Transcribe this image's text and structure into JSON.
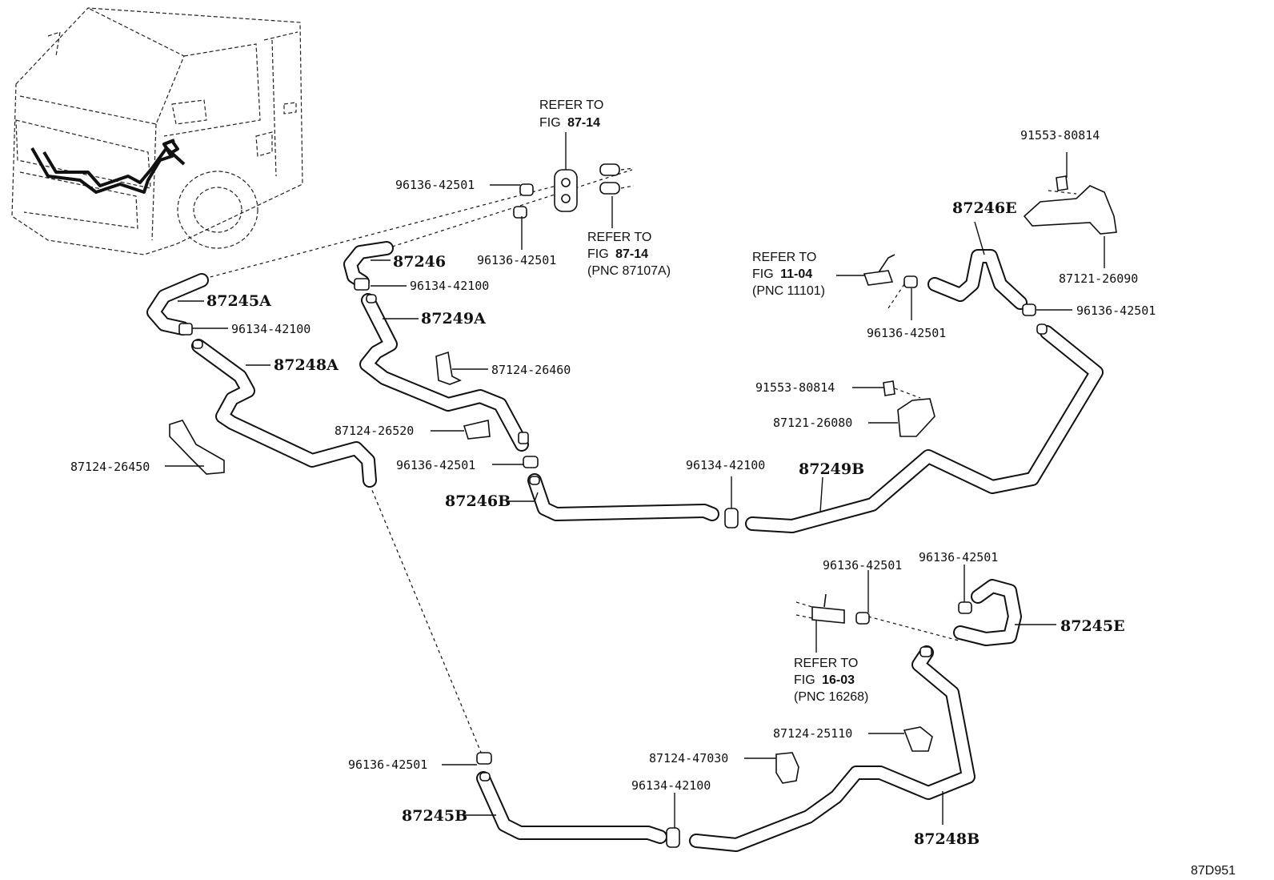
{
  "diagram_code": "87D951",
  "hose_labels": {
    "h87245A": "87245A",
    "h87248A": "87248A",
    "h87246": "87246",
    "h87249A": "87249A",
    "h87246B": "87246B",
    "h87249B": "87249B",
    "h87246E": "87246E",
    "h87245E": "87245E",
    "h87245B": "87245B",
    "h87248B": "87248B"
  },
  "part_labels": {
    "clamp_top_1": "96136-42501",
    "clamp_top_2": "96136-42501",
    "clip_87246": "96134-42100",
    "clip_87245A": "96134-42100",
    "bracket_26460": "87124-26460",
    "bracket_26520": "87124-26520",
    "bracket_26450": "87124-26450",
    "clamp_mid": "96136-42501",
    "clip_mid": "96134-42100",
    "bolt_top": "91553-80814",
    "bracket_26090": "87121-26090",
    "clamp_right": "96136-42501",
    "clamp_engine": "96136-42501",
    "bolt_mid": "91553-80814",
    "bracket_26080": "87121-26080",
    "clamp_lower_1": "96136-42501",
    "clamp_lower_2": "96136-42501",
    "bracket_25110": "87124-25110",
    "bracket_47030": "87124-47030",
    "clip_bottom": "96134-42100",
    "clamp_bottom": "96136-42501"
  },
  "references": {
    "ref_fig87_top": {
      "line1": "REFER TO",
      "line2_prefix": "FIG ",
      "line2_num": "87-14"
    },
    "ref_fig87_right": {
      "line1": "REFER TO",
      "line2_prefix": "FIG ",
      "line2_num": "87-14",
      "line3": "(PNC 87107A)"
    },
    "ref_fig11": {
      "line1": "REFER TO",
      "line2_prefix": "FIG ",
      "line2_num": "11-04",
      "line3": "(PNC 11101)"
    },
    "ref_fig16": {
      "line1": "REFER TO",
      "line2_prefix": "FIG ",
      "line2_num": "16-03",
      "line3": "(PNC 16268)"
    }
  }
}
